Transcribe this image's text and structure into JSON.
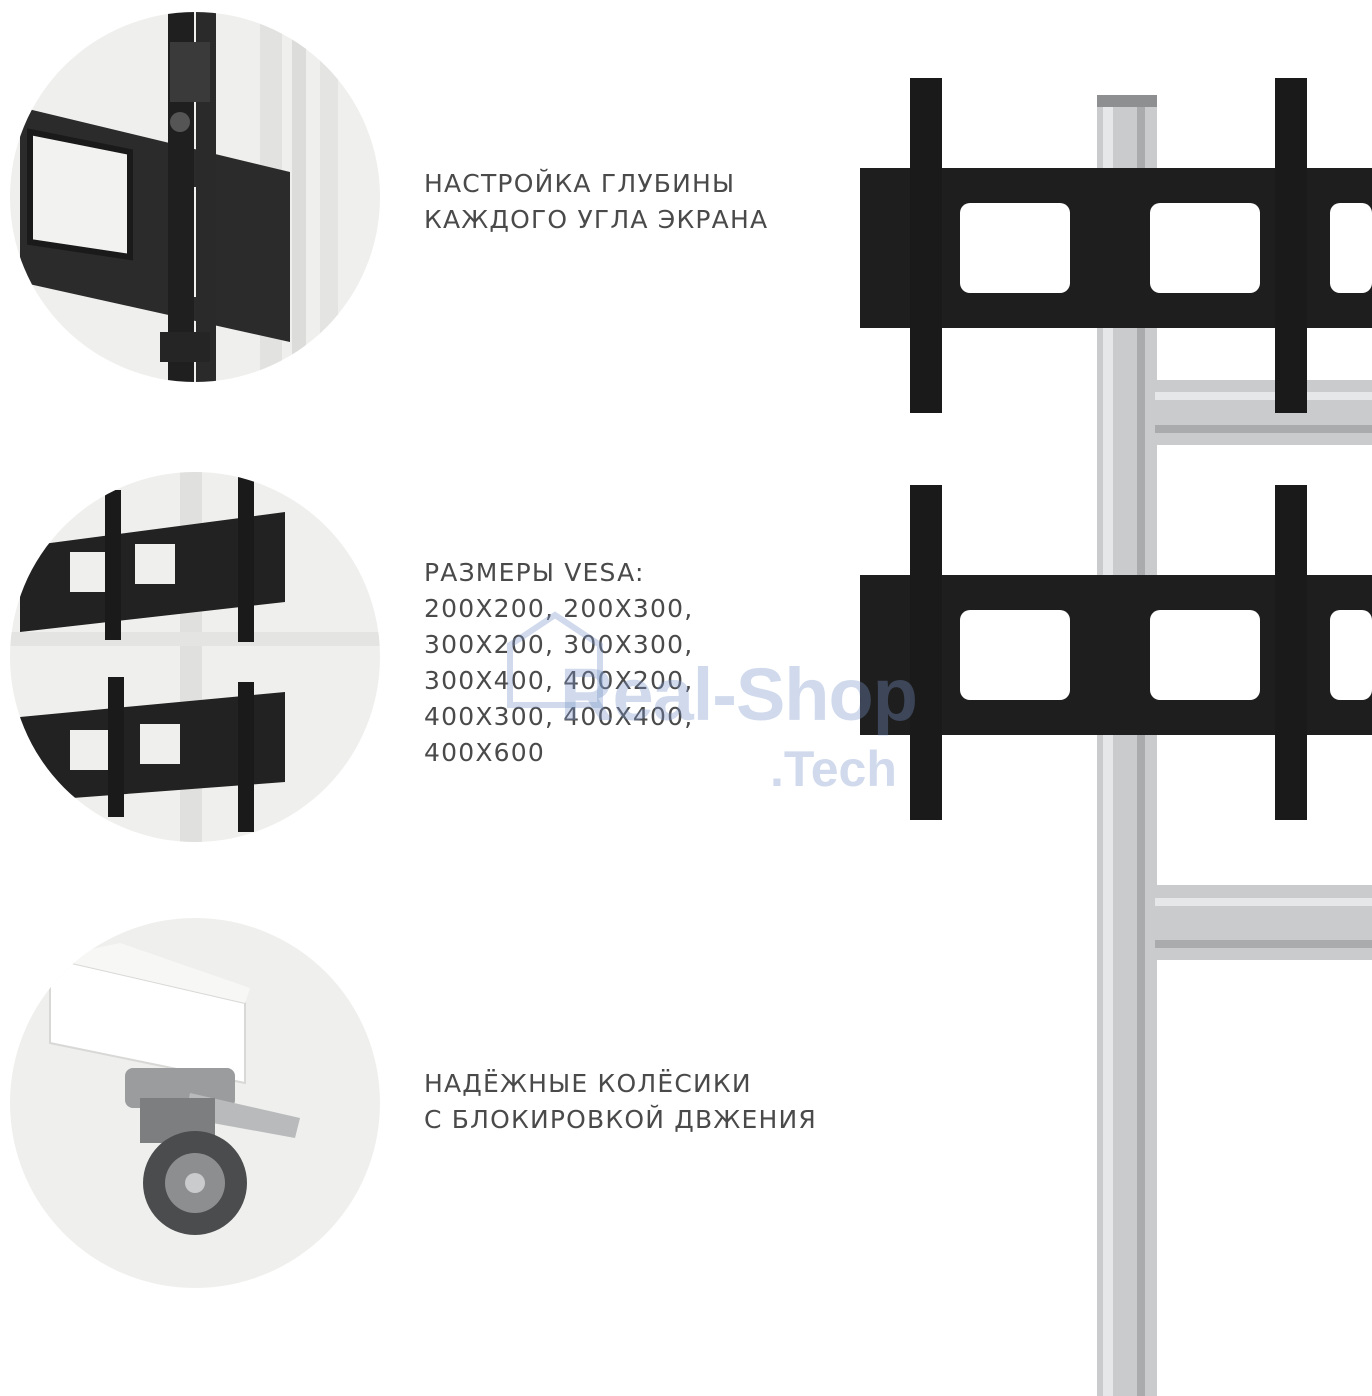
{
  "features": [
    {
      "lines": [
        "НАСТРОЙКА ГЛУБИНЫ",
        "КАЖДОГО УГЛА ЭКРАНА"
      ],
      "icon": "bracket-depth-icon"
    },
    {
      "lines": [
        "РАЗМЕРЫ VESA:",
        "200Х200, 200Х300,",
        "300Х200, 300Х300,",
        "300Х400, 400Х200,",
        "400Х300, 400Х400,",
        "400Х600"
      ],
      "icon": "vesa-brackets-icon"
    },
    {
      "lines": [
        "НАДЁЖНЫЕ КОЛЁСИКИ",
        "С БЛОКИРОВКОЙ ДВЖЕНИЯ"
      ],
      "icon": "lockable-caster-icon"
    }
  ],
  "watermark": {
    "main": "Real-Shop",
    "sub": ".Tech"
  },
  "colors": {
    "text": "#4a4a4a",
    "circle_bg": "#efefed",
    "metal": "#c9cbcd",
    "bracket": "#1e1e1e"
  }
}
